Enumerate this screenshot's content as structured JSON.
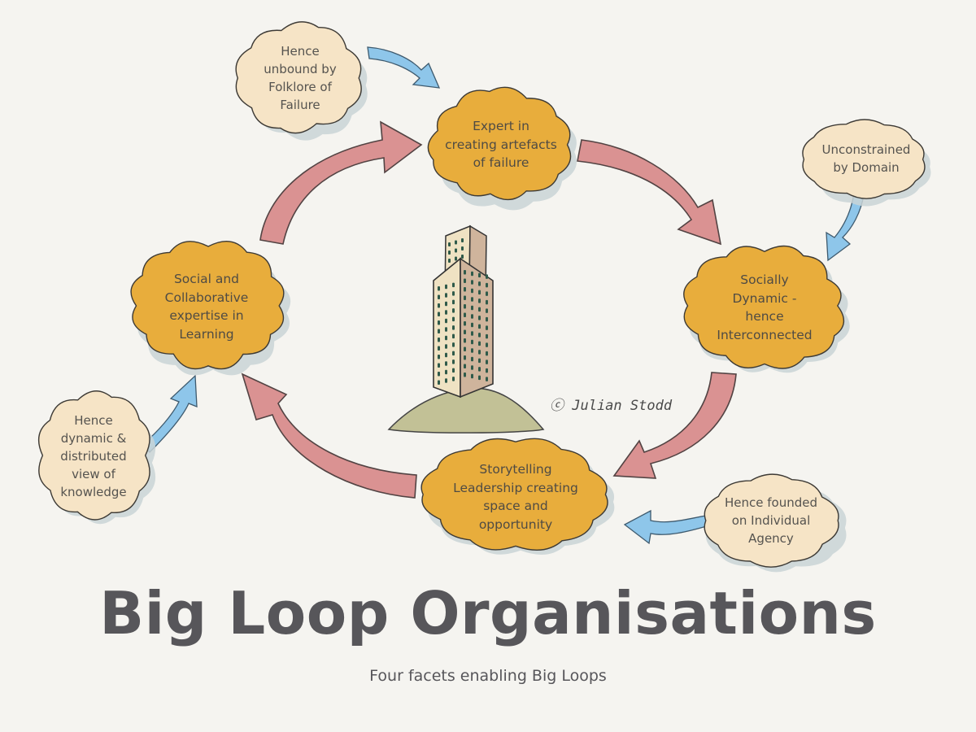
{
  "title": "Big Loop Organisations",
  "subtitle": "Four facets enabling Big Loops",
  "copyright": "ⓒ Julian Stodd",
  "colors": {
    "background": "#f5f4f0",
    "main_cloud": "#e8ad3c",
    "side_cloud": "#f6e4c6",
    "loop_arrow": "#d98d8d",
    "feeder_arrow": "#8ec6ea",
    "text": "#57565a"
  },
  "facets": [
    {
      "text": "Expert in\ncreating artefacts\nof failure"
    },
    {
      "text": "Socially\nDynamic -\nhence\nInterconnected"
    },
    {
      "text": "Storytelling\nLeadership creating\nspace and\nopportunity"
    },
    {
      "text": "Social and\nCollaborative\nexpertise in\nLearning"
    }
  ],
  "consequences": [
    {
      "text": "Hence\nunbound by\nFolklore of\nFailure"
    },
    {
      "text": "Unconstrained\nby Domain"
    },
    {
      "text": "Hence founded\non Individual\nAgency"
    },
    {
      "text": "Hence\ndynamic &\ndistributed\nview of\nknowledge"
    }
  ],
  "illustration": {
    "icon": "tower-on-hill-icon"
  }
}
